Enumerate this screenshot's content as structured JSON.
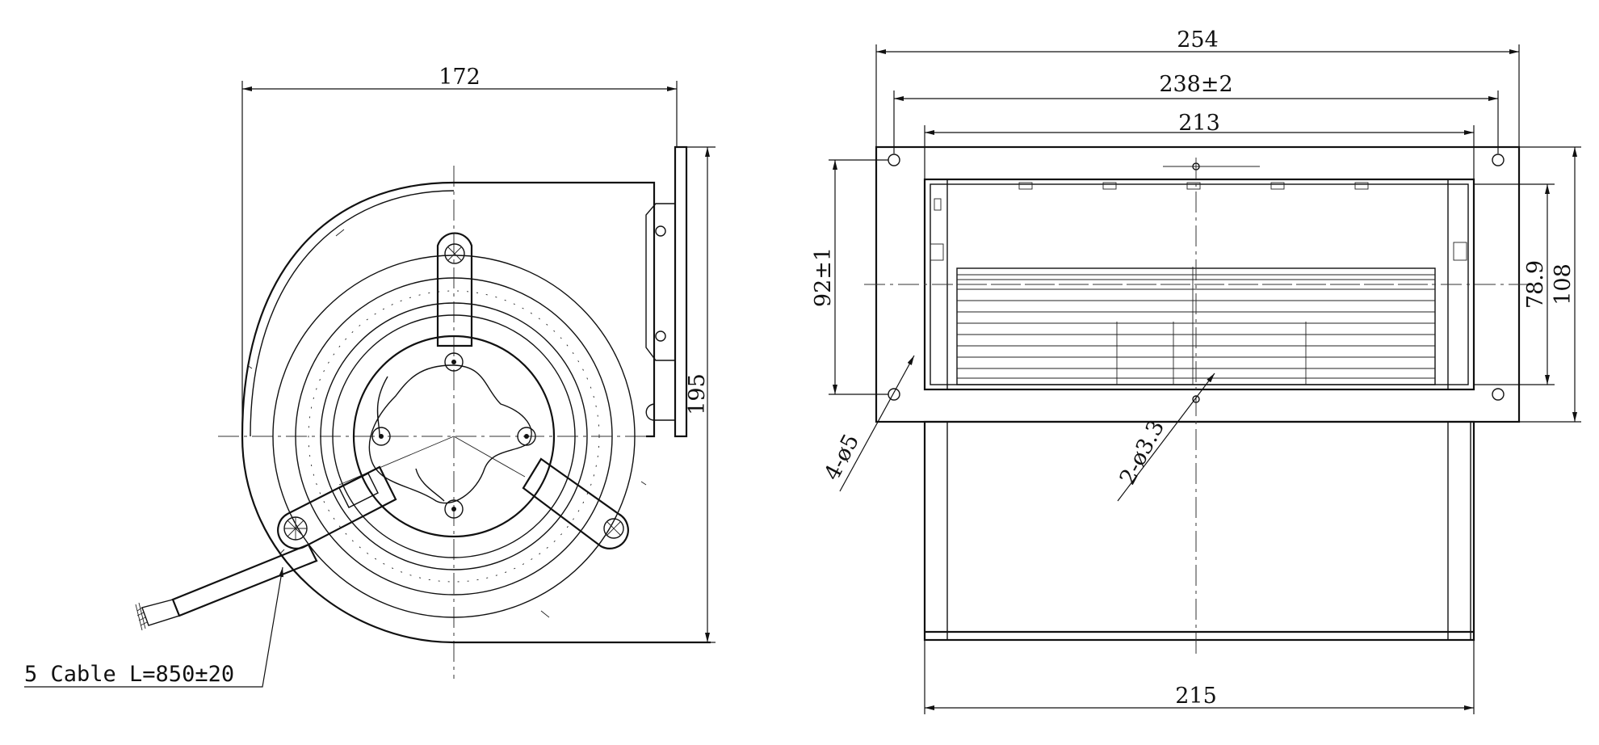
{
  "side_view": {
    "width_label": "172",
    "height_label": "195",
    "cable_label": "5 Cable  L=850±20"
  },
  "front_view": {
    "overall_length_label": "254",
    "hole_spacing_label": "238±2",
    "housing_length_label": "213",
    "bottom_width_label": "215",
    "height_92_label": "92±1",
    "height_789_label": "78.9",
    "height_108_label": "108",
    "hole_4_label": "4-ø5",
    "hole_2_label": "2-ø3.3"
  }
}
